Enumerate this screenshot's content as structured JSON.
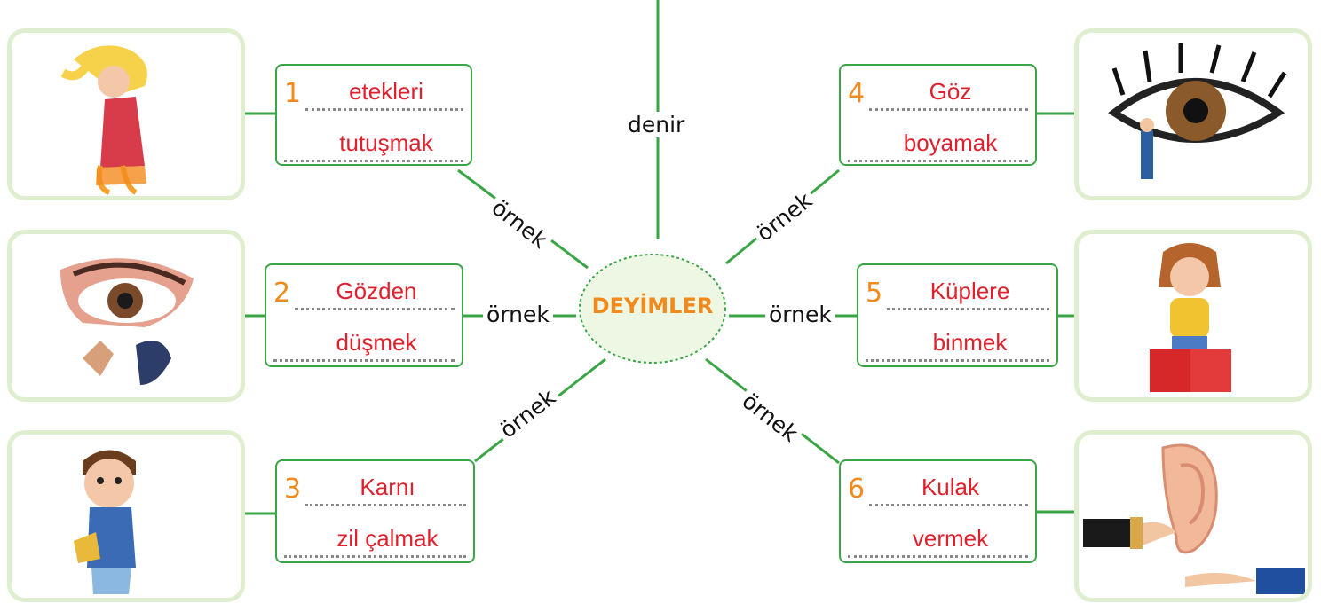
{
  "center": {
    "label": "DEYİMLER"
  },
  "top_label": "denir",
  "items": [
    {
      "number": "1",
      "word1": "etekleri",
      "word2": "tutuşmak",
      "link": "örnek"
    },
    {
      "number": "2",
      "word1": "Gözden",
      "word2": "düşmek",
      "link": "örnek"
    },
    {
      "number": "3",
      "word1": "Karnı",
      "word2": "zil çalmak",
      "link": "örnek"
    },
    {
      "number": "4",
      "word1": "Göz",
      "word2": "boyamak",
      "link": "örnek"
    },
    {
      "number": "5",
      "word1": "Küplere",
      "word2": "binmek",
      "link": "örnek"
    },
    {
      "number": "6",
      "word1": "Kulak",
      "word2": "vermek",
      "link": "örnek"
    }
  ],
  "colors": {
    "green": "#3aa544",
    "orange": "#f08a1c",
    "red": "#e0202c",
    "frame": "#dfeecf"
  }
}
